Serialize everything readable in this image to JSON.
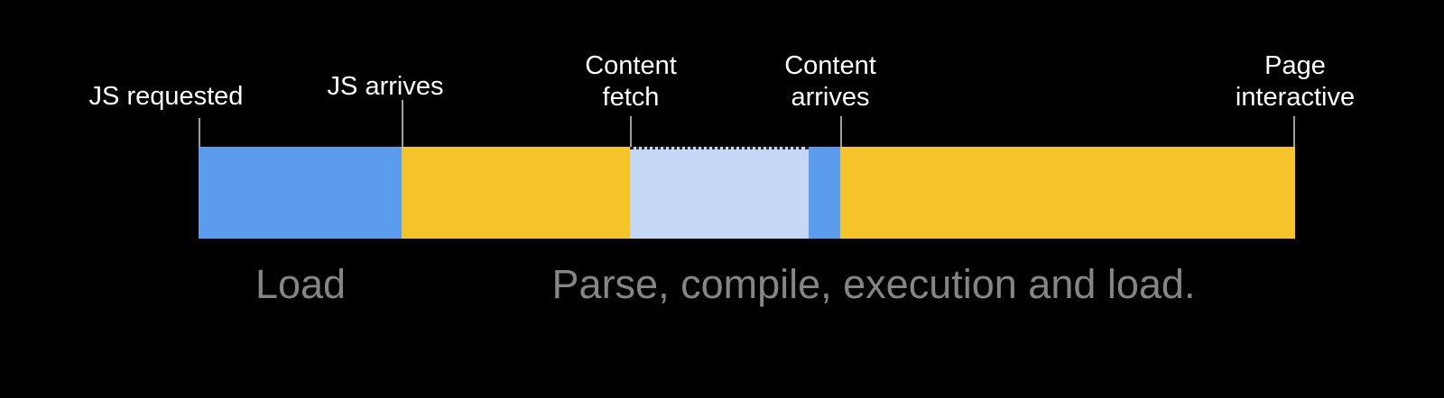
{
  "background_color": "#000000",
  "timeline": {
    "events": [
      {
        "label": "JS requested"
      },
      {
        "label": "JS arrives"
      },
      {
        "label": "Content\nfetch"
      },
      {
        "label": "Content\narrives"
      },
      {
        "label": "Page\ninteractive"
      }
    ],
    "segments": [
      {
        "name": "js-download",
        "color": "#5C9CEC",
        "from": "JS requested",
        "to": "JS arrives"
      },
      {
        "name": "parse-compile-1",
        "color": "#F5C32A",
        "from": "JS arrives",
        "to": "Content fetch"
      },
      {
        "name": "content-fetch",
        "color": "#C4D8F5",
        "from": "Content fetch",
        "to": "Content arrives",
        "top_border": "dotted"
      },
      {
        "name": "content-download",
        "color": "#5C9CEC",
        "from": "Content fetch",
        "to": "Content arrives"
      },
      {
        "name": "parse-compile-2",
        "color": "#F5C32A",
        "from": "Content arrives",
        "to": "Page interactive"
      }
    ],
    "captions": [
      {
        "label": "Load"
      },
      {
        "label": "Parse, compile, execution and load."
      }
    ],
    "colors": {
      "blue": "#5C9CEC",
      "yellow": "#F5C32A",
      "light_blue": "#C4D8F5",
      "tick_gray": "#9e9e9e",
      "caption_gray": "#858585",
      "label_white": "#ffffff"
    }
  }
}
